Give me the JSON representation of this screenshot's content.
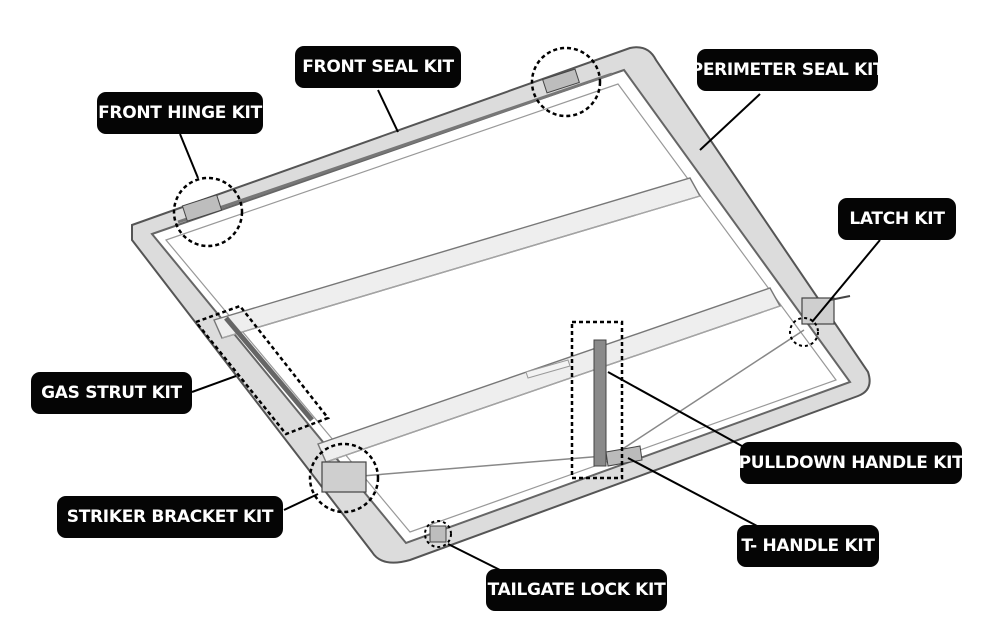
{
  "diagram": {
    "callouts": {
      "front_hinge": "FRONT HINGE KIT",
      "front_seal": "FRONT SEAL KIT",
      "perimeter_seal": "PERIMETER SEAL KIT",
      "latch": "LATCH KIT",
      "gas_strut": "GAS STRUT KIT",
      "pulldown_handle": "PULLDOWN HANDLE KIT",
      "striker_bracket": "STRIKER BRACKET KIT",
      "t_handle": "T- HANDLE KIT",
      "tailgate_lock": "TAILGATE LOCK KIT"
    },
    "colors": {
      "label_bg": "#050505",
      "label_text": "#ffffff",
      "line": "#111111",
      "frame": "#6f6f6f"
    }
  }
}
